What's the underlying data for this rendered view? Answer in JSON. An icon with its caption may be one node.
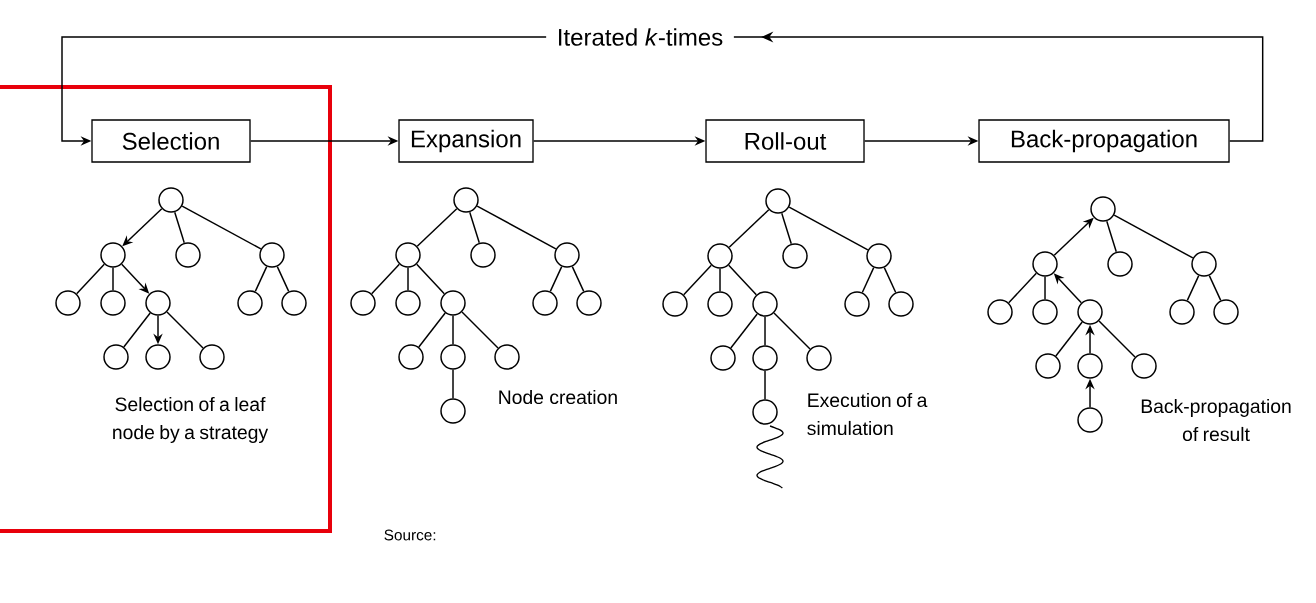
{
  "diagram": {
    "nodes": [
      {
        "text": [],
        "shape": "box"
      },
      {
        "text": [
          "Selection"
        ],
        "in": 0
      },
      {
        "text": [
          "Expansion"
        ]
      },
      {
        "text": [
          "Roll-out"
        ]
      },
      {
        "text": [
          "Back-propagation"
        ]
      },
      {
        "text": [],
        "shape": "circle",
        "in": 0
      },
      {
        "text": [],
        "shape": "circle",
        "in": 0
      },
      {
        "text": [],
        "shape": "circle",
        "in": 0
      },
      {
        "text": [],
        "shape": "circle",
        "in": 0
      },
      {
        "text": [],
        "shape": "circle",
        "in": 0
      },
      {
        "text": [],
        "shape": "circle",
        "in": 0
      },
      {
        "text": [],
        "shape": "circle",
        "in": 0
      },
      {
        "text": [],
        "shape": "circle",
        "in": 0
      },
      {
        "text": [],
        "shape": "circle",
        "in": 0
      },
      {
        "text": [],
        "shape": "circle",
        "in": 0
      },
      {
        "text": [],
        "shape": "circle",
        "in": 0
      },
      {
        "text": [],
        "shape": "circle",
        "in": 0
      },
      {
        "text": [],
        "shape": "circle"
      },
      {
        "text": [],
        "shape": "circle"
      },
      {
        "text": [],
        "shape": "circle"
      },
      {
        "text": [],
        "shape": "circle"
      },
      {
        "text": [],
        "shape": "circle"
      },
      {
        "text": [],
        "shape": "circle"
      },
      {
        "text": [],
        "shape": "circle"
      },
      {
        "text": [],
        "shape": "circle"
      },
      {
        "text": [],
        "shape": "circle"
      },
      {
        "text": [],
        "shape": "circle"
      },
      {
        "text": [],
        "shape": "circle"
      },
      {
        "text": [],
        "shape": "circle"
      },
      {
        "text": [],
        "shape": "circle"
      },
      {
        "text": [],
        "shape": "circle"
      },
      {
        "text": [],
        "shape": "circle"
      },
      {
        "text": [],
        "shape": "circle"
      },
      {
        "text": [],
        "shape": "circle"
      },
      {
        "text": [],
        "shape": "circle"
      },
      {
        "text": [],
        "shape": "circle"
      },
      {
        "text": [],
        "shape": "circle"
      },
      {
        "text": [],
        "shape": "circle"
      },
      {
        "text": [],
        "shape": "circle"
      },
      {
        "text": [],
        "shape": "circle"
      },
      {
        "text": [],
        "shape": "circle"
      },
      {
        "text": [],
        "shape": "circle"
      },
      {
        "text": [],
        "shape": "circle"
      },
      {
        "text": [],
        "shape": "circle"
      },
      {
        "text": [],
        "shape": "circle"
      },
      {
        "text": [],
        "shape": "circle"
      },
      {
        "text": [],
        "shape": "circle"
      },
      {
        "text": [],
        "shape": "circle"
      },
      {
        "text": [],
        "shape": "circle"
      },
      {
        "text": [],
        "shape": "circle"
      },
      {
        "text": [],
        "shape": "circle"
      },
      {
        "text": [],
        "shape": "circle"
      },
      {
        "text": [],
        "shape": "circle"
      },
      {
        "text": [],
        "shape": "circle"
      },
      {
        "text": [],
        "shape": "circle"
      },
      {
        "text": [],
        "shape": "circle"
      }
    ],
    "edges": [
      {
        "from": 1,
        "to": 2,
        "arrow": "to"
      },
      {
        "from": 2,
        "to": 3,
        "arrow": "to"
      },
      {
        "from": 3,
        "to": 4,
        "arrow": "to"
      },
      {
        "from": 4,
        "to": 1,
        "arrow": "to",
        "label": "Iterated *k*-times"
      },
      {
        "from": 5,
        "to": 6,
        "arrow": "to"
      },
      {
        "from": 5,
        "to": 7,
        "arrow": "none"
      },
      {
        "from": 5,
        "to": 8,
        "arrow": "none"
      },
      {
        "from": 6,
        "to": 9,
        "arrow": "none"
      },
      {
        "from": 6,
        "to": 10,
        "arrow": "none"
      },
      {
        "from": 6,
        "to": 11,
        "arrow": "to"
      },
      {
        "from": 8,
        "to": 12,
        "arrow": "none"
      },
      {
        "from": 8,
        "to": 13,
        "arrow": "none"
      },
      {
        "from": 11,
        "to": 14,
        "arrow": "none"
      },
      {
        "from": 11,
        "to": 15,
        "arrow": "to"
      },
      {
        "from": 11,
        "to": 16,
        "arrow": "none"
      },
      {
        "from": 17,
        "to": 18,
        "arrow": "none"
      },
      {
        "from": 17,
        "to": 19,
        "arrow": "none"
      },
      {
        "from": 17,
        "to": 20,
        "arrow": "none"
      },
      {
        "from": 18,
        "to": 21,
        "arrow": "none"
      },
      {
        "from": 18,
        "to": 22,
        "arrow": "none"
      },
      {
        "from": 18,
        "to": 23,
        "arrow": "none"
      },
      {
        "from": 20,
        "to": 24,
        "arrow": "none"
      },
      {
        "from": 20,
        "to": 25,
        "arrow": "none"
      },
      {
        "from": 23,
        "to": 26,
        "arrow": "none"
      },
      {
        "from": 23,
        "to": 27,
        "arrow": "none"
      },
      {
        "from": 23,
        "to": 28,
        "arrow": "none"
      },
      {
        "from": 27,
        "to": 29,
        "arrow": "none"
      },
      {
        "from": 30,
        "to": 31,
        "arrow": "none"
      },
      {
        "from": 30,
        "to": 32,
        "arrow": "none"
      },
      {
        "from": 30,
        "to": 33,
        "arrow": "none"
      },
      {
        "from": 31,
        "to": 34,
        "arrow": "none"
      },
      {
        "from": 31,
        "to": 35,
        "arrow": "none"
      },
      {
        "from": 31,
        "to": 36,
        "arrow": "none"
      },
      {
        "from": 33,
        "to": 37,
        "arrow": "none"
      },
      {
        "from": 33,
        "to": 38,
        "arrow": "none"
      },
      {
        "from": 36,
        "to": 39,
        "arrow": "none"
      },
      {
        "from": 36,
        "to": 40,
        "arrow": "none"
      },
      {
        "from": 36,
        "to": 41,
        "arrow": "none"
      },
      {
        "from": 40,
        "to": 42,
        "arrow": "none"
      },
      {
        "from": 44,
        "to": 43,
        "arrow": "to"
      },
      {
        "from": 43,
        "to": 45,
        "arrow": "none"
      },
      {
        "from": 43,
        "to": 46,
        "arrow": "none"
      },
      {
        "from": 44,
        "to": 47,
        "arrow": "none"
      },
      {
        "from": 44,
        "to": 48,
        "arrow": "none"
      },
      {
        "from": 49,
        "to": 44,
        "arrow": "to"
      },
      {
        "from": 46,
        "to": 50,
        "arrow": "none"
      },
      {
        "from": 46,
        "to": 51,
        "arrow": "none"
      },
      {
        "from": 49,
        "to": 52,
        "arrow": "none"
      },
      {
        "from": 53,
        "to": 49,
        "arrow": "to"
      },
      {
        "from": 49,
        "to": 54,
        "arrow": "none"
      },
      {
        "from": 55,
        "to": 53,
        "arrow": "to"
      }
    ],
    "labels": [
      "Selection of a leaf node by a strategy",
      "Node creation",
      "Execution of a simulation",
      "Back-propagation of result",
      "Source:"
    ]
  }
}
